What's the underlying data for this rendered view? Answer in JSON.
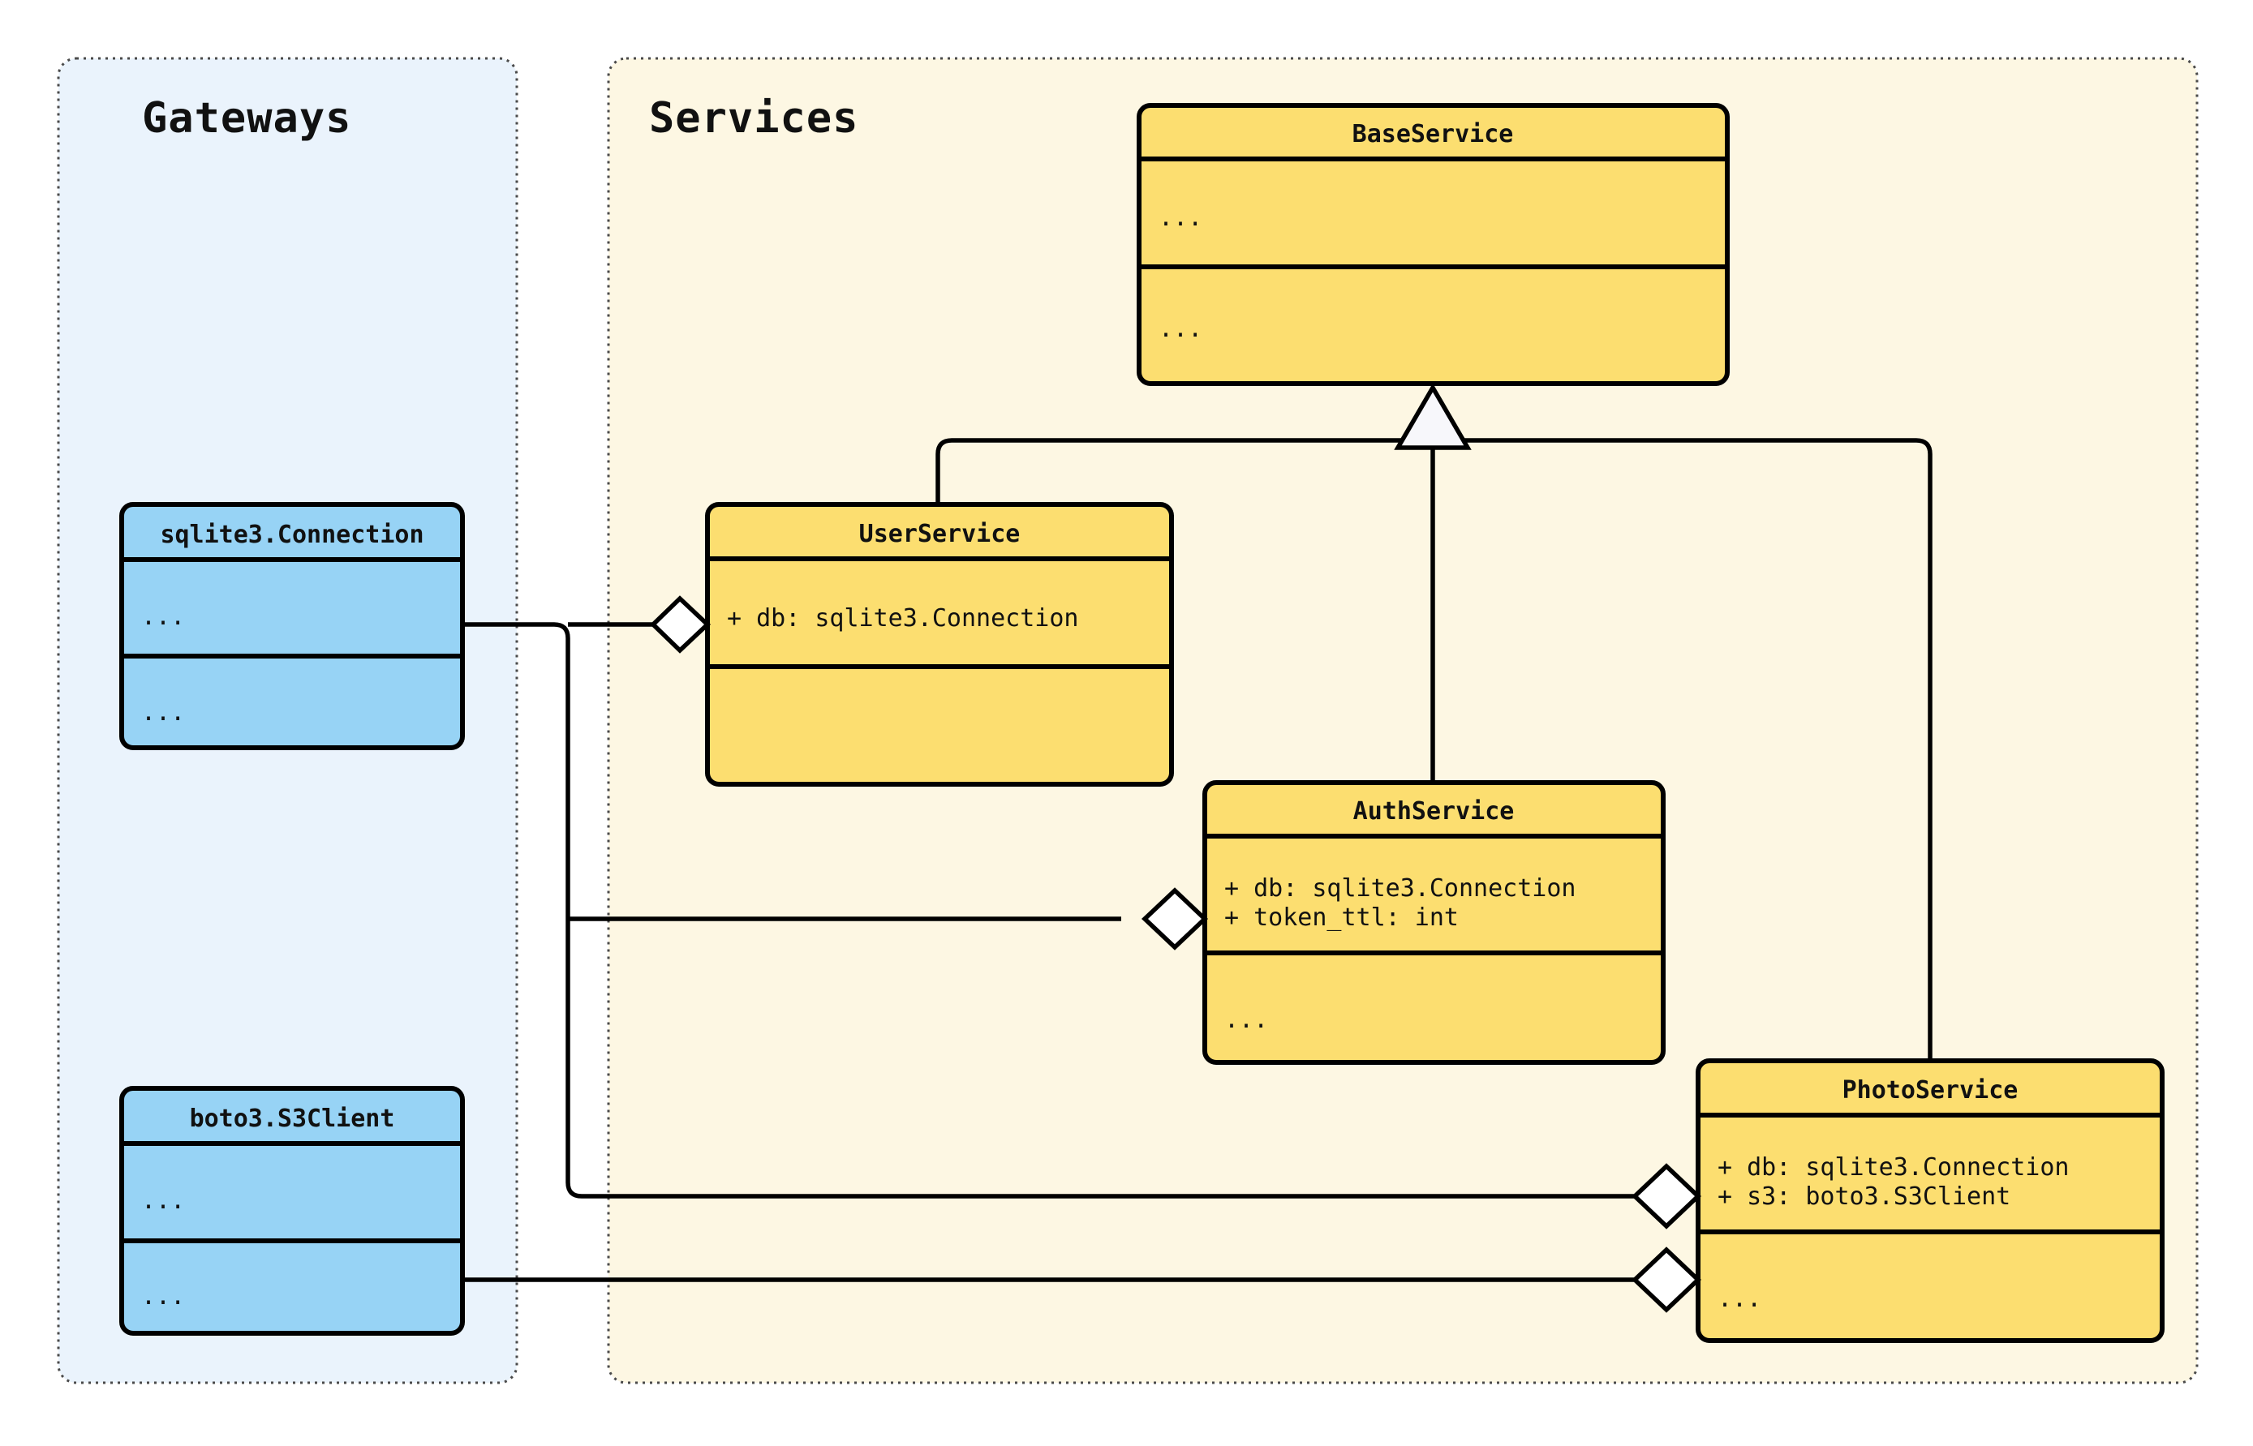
{
  "diagram": {
    "kind": "uml-class-diagram",
    "background": "#ffffff"
  },
  "packages": [
    {
      "id": "gateways",
      "label": "Gateways",
      "fill": "#eaf3fc",
      "border": "#4a4a4a"
    },
    {
      "id": "services",
      "label": "Services",
      "fill": "#fdf7e3",
      "border": "#4a4a4a"
    }
  ],
  "classes": [
    {
      "id": "base-service",
      "name": "BaseService",
      "package": "services",
      "fill": "#fcde70",
      "attributes": [
        "..."
      ],
      "methods": [
        "..."
      ]
    },
    {
      "id": "user-service",
      "name": "UserService",
      "package": "services",
      "fill": "#fcde70",
      "attributes": [
        "+ db: sqlite3.Connection"
      ],
      "methods": []
    },
    {
      "id": "auth-service",
      "name": "AuthService",
      "package": "services",
      "fill": "#fcde70",
      "attributes": [
        "+ db: sqlite3.Connection",
        "+ token_ttl: int"
      ],
      "methods": [
        "..."
      ]
    },
    {
      "id": "photo-service",
      "name": "PhotoService",
      "package": "services",
      "fill": "#fcde70",
      "attributes": [
        "+ db: sqlite3.Connection",
        "+ s3: boto3.S3Client"
      ],
      "methods": [
        "..."
      ]
    },
    {
      "id": "sqlite3-connection",
      "name": "sqlite3.Connection",
      "package": "gateways",
      "fill": "#97d3f5",
      "attributes": [
        "..."
      ],
      "methods": [
        "..."
      ]
    },
    {
      "id": "boto3-s3client",
      "name": "boto3.S3Client",
      "package": "gateways",
      "fill": "#97d3f5",
      "attributes": [
        "..."
      ],
      "methods": [
        "..."
      ]
    }
  ],
  "relations": [
    {
      "id": "inherit-user-base",
      "type": "generalization",
      "from": "user-service",
      "to": "base-service"
    },
    {
      "id": "inherit-auth-base",
      "type": "generalization",
      "from": "auth-service",
      "to": "base-service"
    },
    {
      "id": "inherit-photo-base",
      "type": "generalization",
      "from": "photo-service",
      "to": "base-service"
    },
    {
      "id": "agg-conn-user",
      "type": "aggregation",
      "from": "sqlite3-connection",
      "to": "user-service"
    },
    {
      "id": "agg-conn-auth",
      "type": "aggregation",
      "from": "sqlite3-connection",
      "to": "auth-service"
    },
    {
      "id": "agg-conn-photo",
      "type": "aggregation",
      "from": "sqlite3-connection",
      "to": "photo-service"
    },
    {
      "id": "agg-s3-photo",
      "type": "aggregation",
      "from": "boto3-s3client",
      "to": "photo-service"
    }
  ]
}
